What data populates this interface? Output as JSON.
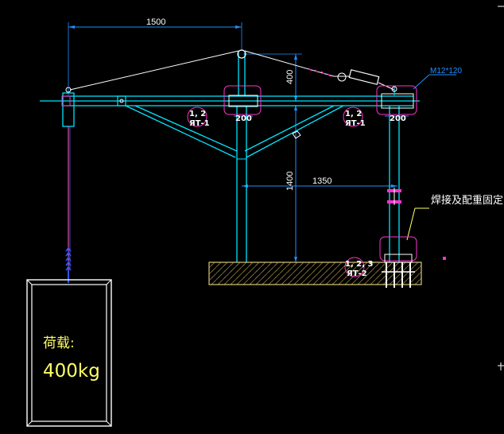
{
  "dimensions": {
    "top_span": "1500",
    "rise": "400",
    "height": "1400",
    "base_span": "1350",
    "plate_left": "200",
    "plate_right": "200"
  },
  "bolt_label": "M12*120",
  "detail_tags": {
    "left_top": "1, 2",
    "left_sub": "ЯТ-1",
    "right_top": "1, 2",
    "right_sub": "ЯТ-1",
    "base_top": "1, 2, 3",
    "base_sub": "ЯТ-2"
  },
  "weld_note": "焊接及配重固定",
  "load_box": {
    "title": "荷载:",
    "value": "400kg"
  },
  "colors": {
    "background": "#000000",
    "structure": "#00e5ff",
    "dimension": "#1e90ff",
    "tie": "#ffffff",
    "highlight": "#ff33cc",
    "load_text": "#ffff66",
    "base_fill": "#d8c77a"
  }
}
